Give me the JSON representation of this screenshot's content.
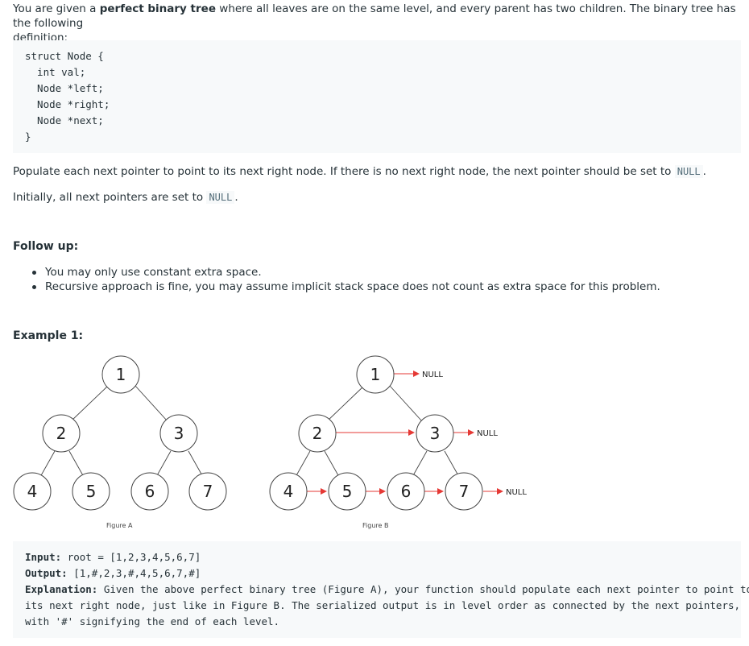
{
  "intro": {
    "text_before": "You are given a ",
    "bold": "perfect binary tree",
    "text_after": " where all leaves are on the same level, and every parent has two children. The binary tree has the following",
    "line2": "definition:"
  },
  "struct_code": [
    "struct Node {",
    "  int val;",
    "  Node *left;",
    "  Node *right;",
    "  Node *next;",
    "}"
  ],
  "populate": {
    "text": "Populate each next pointer to point to its next right node. If there is no next right node, the next pointer should be set to",
    "code": "NULL",
    "tail": "."
  },
  "initially": {
    "text": "Initially, all next pointers are set to",
    "code": "NULL",
    "tail": "."
  },
  "follow_up": {
    "heading": "Follow up:",
    "items": [
      "You may only use constant extra space.",
      "Recursive approach is fine, you may assume implicit stack space does not count as extra space for this problem."
    ]
  },
  "example": {
    "heading": "Example 1:",
    "figure_a": {
      "label": "Figure A",
      "nodes": [
        "1",
        "2",
        "3",
        "4",
        "5",
        "6",
        "7"
      ]
    },
    "figure_b": {
      "label": "Figure B",
      "nodes": [
        "1",
        "2",
        "3",
        "4",
        "5",
        "6",
        "7"
      ],
      "null_label": "NULL"
    },
    "output_box": {
      "input_label": "Input:",
      "input_value": "root = [1,2,3,4,5,6,7]",
      "output_label": "Output:",
      "output_value": "[1,#,2,3,#,4,5,6,7,#]",
      "explanation_label": "Explanation:",
      "explanation_line1": "Given the above perfect binary tree (Figure A), your function should populate each next pointer to point to",
      "explanation_line2": "its next right node, just like in Figure B. The serialized output is in level order as connected by the next pointers,",
      "explanation_line3": "with '#' signifying the end of each level."
    }
  },
  "colors": {
    "text": "#263238",
    "code_bg": "#f7f9fa",
    "arrow_red": "#e53935"
  }
}
